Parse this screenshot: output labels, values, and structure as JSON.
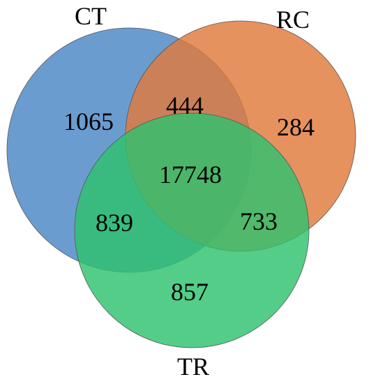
{
  "sets": [
    {
      "key": "CT",
      "label": "CT",
      "color": "#4a86c5"
    },
    {
      "key": "RC",
      "label": "RC",
      "color": "#e07a3c"
    },
    {
      "key": "TR",
      "label": "TR",
      "color": "#2ec26e"
    }
  ],
  "regions": {
    "ct_only": "1065",
    "rc_only": "284",
    "tr_only": "857",
    "ct_rc": "444",
    "ct_tr": "839",
    "rc_tr": "733",
    "ct_rc_tr": "17748"
  }
}
